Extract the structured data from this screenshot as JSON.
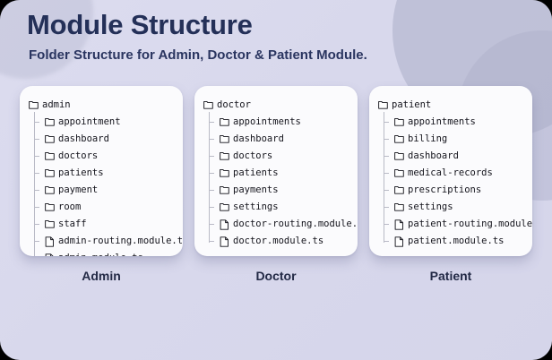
{
  "header": {
    "title": "Module Structure",
    "subtitle": "Folder Structure for Admin, Doctor & Patient Module."
  },
  "colors": {
    "background_start": "#dcdcef",
    "background_end": "#d5d5ea",
    "title_text": "#243058",
    "subtitle_text": "#2a3560",
    "card_background": "#fbfbfd",
    "tree_text": "#14141c",
    "tree_guide_line": "#b9bac6",
    "caption_text": "#232a46",
    "decoration_circle": "#b0b3cc"
  },
  "cards": [
    {
      "caption": "Admin",
      "root": {
        "label": "admin",
        "icon": "folder-icon"
      },
      "children": [
        {
          "label": "appointment",
          "icon": "folder-icon"
        },
        {
          "label": "dashboard",
          "icon": "folder-icon"
        },
        {
          "label": "doctors",
          "icon": "folder-icon"
        },
        {
          "label": "patients",
          "icon": "folder-icon"
        },
        {
          "label": "payment",
          "icon": "folder-icon"
        },
        {
          "label": "room",
          "icon": "folder-icon"
        },
        {
          "label": "staff",
          "icon": "folder-icon"
        },
        {
          "label": "admin-routing.module.ts",
          "icon": "file-icon"
        },
        {
          "label": "admin.module.ts",
          "icon": "file-icon"
        }
      ]
    },
    {
      "caption": "Doctor",
      "root": {
        "label": "doctor",
        "icon": "folder-icon"
      },
      "children": [
        {
          "label": "appointments",
          "icon": "folder-icon"
        },
        {
          "label": "dashboard",
          "icon": "folder-icon"
        },
        {
          "label": "doctors",
          "icon": "folder-icon"
        },
        {
          "label": "patients",
          "icon": "folder-icon"
        },
        {
          "label": "payments",
          "icon": "folder-icon"
        },
        {
          "label": "settings",
          "icon": "folder-icon"
        },
        {
          "label": "doctor-routing.module.ts",
          "icon": "file-icon"
        },
        {
          "label": "doctor.module.ts",
          "icon": "file-icon"
        }
      ]
    },
    {
      "caption": "Patient",
      "root": {
        "label": "patient",
        "icon": "folder-icon"
      },
      "children": [
        {
          "label": "appointments",
          "icon": "folder-icon"
        },
        {
          "label": "billing",
          "icon": "folder-icon"
        },
        {
          "label": "dashboard",
          "icon": "folder-icon"
        },
        {
          "label": "medical-records",
          "icon": "folder-icon"
        },
        {
          "label": "prescriptions",
          "icon": "folder-icon"
        },
        {
          "label": "settings",
          "icon": "folder-icon"
        },
        {
          "label": "patient-routing.module.ts",
          "icon": "file-icon"
        },
        {
          "label": "patient.module.ts",
          "icon": "file-icon"
        }
      ]
    }
  ]
}
